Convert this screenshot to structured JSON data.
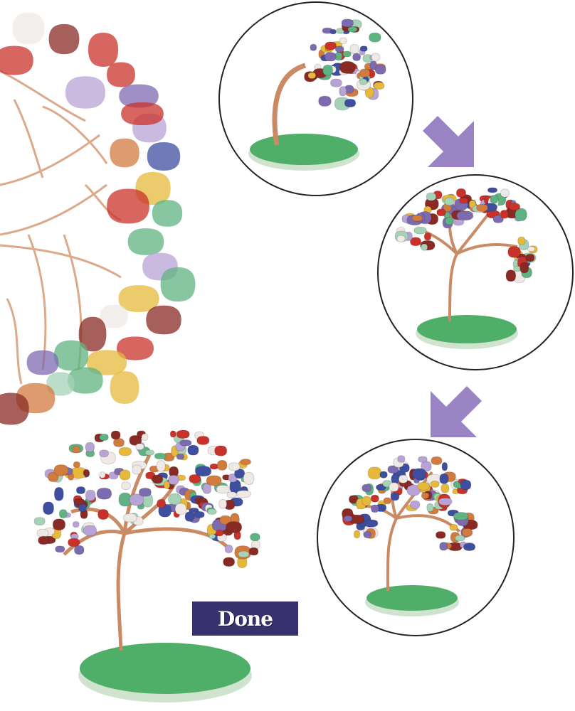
{
  "image": {
    "subject": "gemstone-chip-tree-assembly-steps",
    "done_label": "Done",
    "colors": {
      "background": "#ffffff",
      "arrow": "#9b84c4",
      "label_bg": "#37316d",
      "label_text": "#ffffff",
      "copper_wire": "#c98a64",
      "base_green": "#4fae67",
      "base_rim": "#cfe3cf",
      "circle_border": "#222222"
    },
    "gem_colors": [
      "#7d6bb0",
      "#c9322b",
      "#e6b93c",
      "#3f4fa0",
      "#5fb382",
      "#efe9e6",
      "#b9a3d6",
      "#8a2a24",
      "#a6d2b7",
      "#d27b3f"
    ],
    "steps": [
      {
        "name": "step-1",
        "description_icon": "tree-bent-icon"
      },
      {
        "name": "step-2",
        "description_icon": "tree-spread-icon"
      },
      {
        "name": "step-3",
        "description_icon": "tree-full-icon"
      }
    ],
    "arrows": [
      "arrow-down-right-icon",
      "arrow-down-left-icon"
    ]
  }
}
